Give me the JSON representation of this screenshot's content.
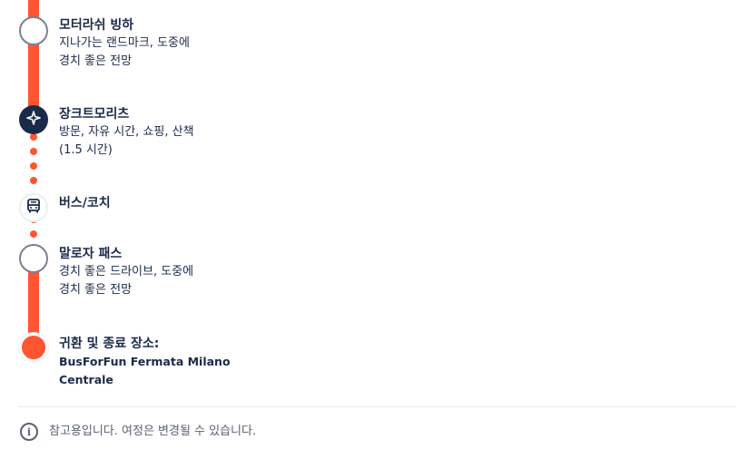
{
  "itinerary": {
    "stops": [
      {
        "title": "모터라쉬 빙하",
        "lines": [
          "지나가는 랜드마크, 도중에",
          "경치 좋은 전망"
        ]
      },
      {
        "title": "장크트모리츠",
        "lines": [
          "방문, 자유 시간, 쇼핑, 산책",
          "(1.5 시간)"
        ]
      },
      {
        "title": "버스/코치",
        "lines": []
      },
      {
        "title": "말로자 패스",
        "lines": [
          "경치 좋은 드라이브, 도중에",
          "경치 좋은 전망"
        ]
      },
      {
        "title": "귀환 및 종료 장소:",
        "lines": [
          "BusForFun Fermata Milano",
          "Centrale"
        ]
      }
    ],
    "icons": {
      "attraction": "sparkle-icon",
      "transport": "bus-icon",
      "info": "info-icon"
    },
    "colors": {
      "accent": "#ff5533",
      "text": "#1a2b49",
      "muted": "#5a6172"
    }
  },
  "footer": {
    "info_icon_glyph": "i",
    "note": "참고용입니다. 여정은 변경될 수 있습니다."
  }
}
